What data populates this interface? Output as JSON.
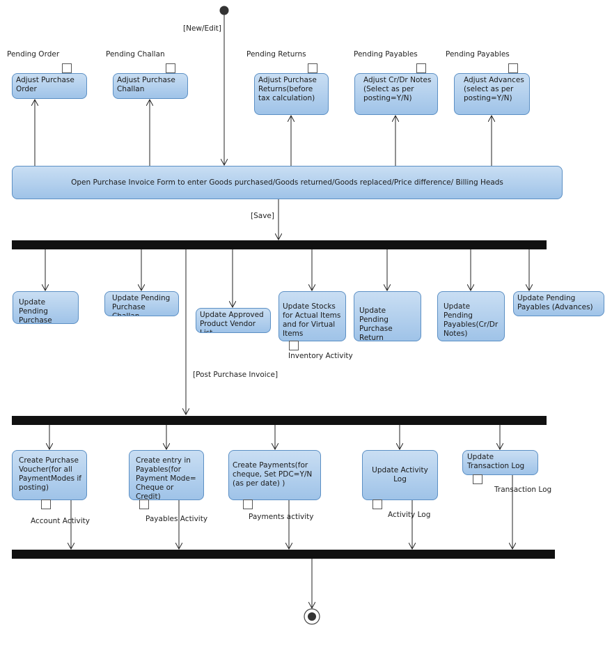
{
  "guards": {
    "new_edit": "[New/Edit]",
    "save": "[Save]",
    "post": "[Post Purchase Invoice]"
  },
  "top_labels": {
    "pending_order": "Pending Order",
    "pending_challan": "Pending Challan",
    "pending_returns": "Pending Returns",
    "pending_payables_1": "Pending Payables",
    "pending_payables_2": "Pending Payables"
  },
  "adjust": {
    "order": "Adjust Purchase Order",
    "challan": "Adjust Purchase Challan",
    "returns": "Adjust Purchase Returns(before tax calculation)",
    "notes": "Adjust Cr/Dr Notes (Select as per posting=Y/N)",
    "advances": "Adjust Advances (select as per posting=Y/N)"
  },
  "main_form": "Open Purchase Invoice Form to enter Goods purchased/Goods returned/Goods replaced/Price difference/ Billing Heads",
  "update": {
    "order": "Update Pending Purchase Order",
    "challan": "Update Pending Purchase Challan",
    "vendor": "Update Approved Product Vendor List",
    "stocks": "Update Stocks for Actual Items and for Virtual Items",
    "return": "Update Pending Purchase Return",
    "payables_notes": "Update Pending Payables(Cr/Dr Notes)",
    "payables_adv": "Update Pending Payables (Advances)"
  },
  "pins": {
    "inventory": "Inventory Activity",
    "account": "Account Activity",
    "payables": "Payables Activity",
    "payments": "Payments activity",
    "activity_log": "Activity Log",
    "transaction_log": "Transaction Log"
  },
  "create": {
    "voucher": "Create Purchase Voucher(for all PaymentModes if posting)",
    "payables": "Create entry in Payables(for Payment Mode= Cheque or Credit)",
    "payments": "Create Payments(for cheque, Set PDC=Y/N (as per date) )",
    "activity_log": "Update Activity Log",
    "transaction_log": "Update Transaction Log"
  }
}
